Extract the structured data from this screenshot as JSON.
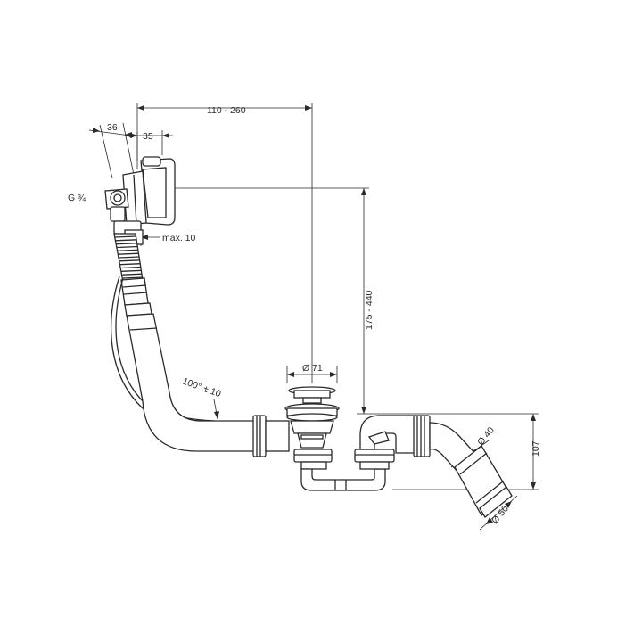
{
  "dimensions": {
    "horizontal_span": "110 - 260",
    "overflow_depth": "36",
    "cover_depth": "35",
    "thread": "G ¾",
    "max_gap": "max. 10",
    "vertical_span": "175 - 440",
    "drain_diameter": "Ø 71",
    "bend_angle": "100° ± 10",
    "outlet_diameter_inner": "Ø 40",
    "outlet_diameter_outer": "Ø 50",
    "trap_height": "107"
  }
}
